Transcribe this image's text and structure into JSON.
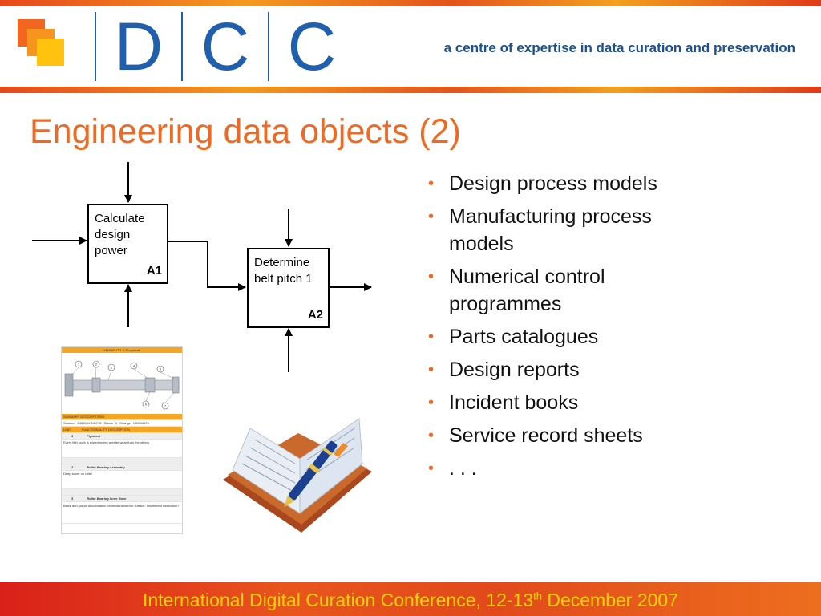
{
  "header": {
    "logo_letters": [
      "D",
      "C",
      "C"
    ],
    "tagline": "a centre of expertise in data curation and preservation"
  },
  "slide": {
    "title": "Engineering data objects (2)",
    "diagram": {
      "box1": {
        "label": "Calculate design power",
        "id": "A1"
      },
      "box2": {
        "label": "Determine belt pitch 1",
        "id": "A2"
      }
    },
    "bullets": [
      "Design process models",
      "Manufacturing process models",
      "Numerical control programmes",
      "Parts catalogues",
      "Design reports",
      "Incident books",
      "Service record sheets",
      ". . ."
    ],
    "report": {
      "title": "KM/INPUT/1.3.2/Layshaft",
      "summary": "SUMMARY DESCRIPTIONS",
      "solution_label": "Solution",
      "solution_value": "845654-KNG745",
      "status_label": "Status",
      "status_value": "1",
      "change_label": "Change",
      "change_value": "UBG34578",
      "line_label": "LINE",
      "functionality_label": "FUNCTIONALITY DESCRIPTION",
      "items": [
        {
          "num": "1",
          "name": "Flywheel",
          "note": "Every fifth tooth is experiencing greater wear than the others"
        },
        {
          "num": "2",
          "name": "Roller Bearing Assembly",
          "note": "Deep score on roller"
        },
        {
          "num": "3",
          "name": "Roller Bearing Inner Race",
          "note": "Black and purple discoloration on innward interior surface. Insufficient lubrication?"
        }
      ],
      "callouts": [
        "1",
        "2",
        "3",
        "4",
        "5",
        "6",
        "7"
      ]
    }
  },
  "footer": {
    "text_before": "International Digital Curation Conference, 12-13",
    "superscript": "th",
    "text_after": " December 2007"
  },
  "colors": {
    "brand_orange": "#ee6a22",
    "brand_blue": "#1f5fae",
    "footer_text": "#ffd200"
  },
  "icons": [
    "dcc-logo-squares-icon",
    "open-book-with-pen-icon",
    "bullet-dot-icon"
  ]
}
